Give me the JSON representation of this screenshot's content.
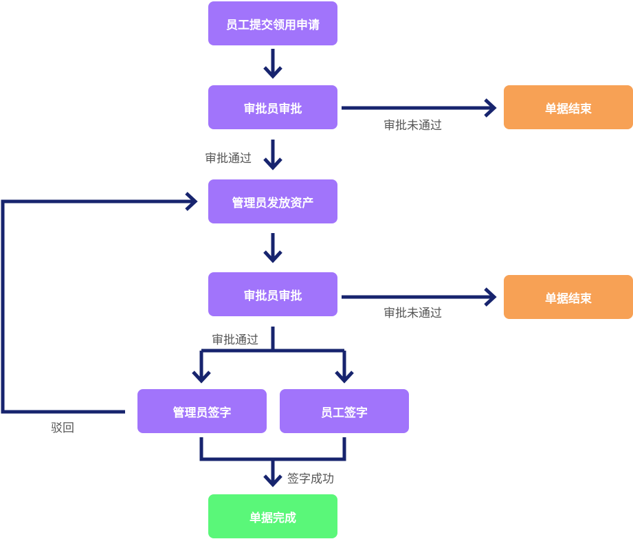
{
  "colors": {
    "process": "#a174fb",
    "end": "#f7a155",
    "complete": "#5af779",
    "connector": "#17246e",
    "label": "#555555"
  },
  "nodes": {
    "submit": "员工提交领用申请",
    "review1": "审批员审批",
    "end1": "单据结束",
    "issue": "管理员发放资产",
    "review2": "审批员审批",
    "end2": "单据结束",
    "admin_sign": "管理员签字",
    "employee_sign": "员工签字",
    "complete": "单据完成"
  },
  "labels": {
    "approved1": "审批通过",
    "rejected1": "审批未通过",
    "approved2": "审批通过",
    "rejected2": "审批未通过",
    "returned": "驳回",
    "signed": "签字成功"
  }
}
